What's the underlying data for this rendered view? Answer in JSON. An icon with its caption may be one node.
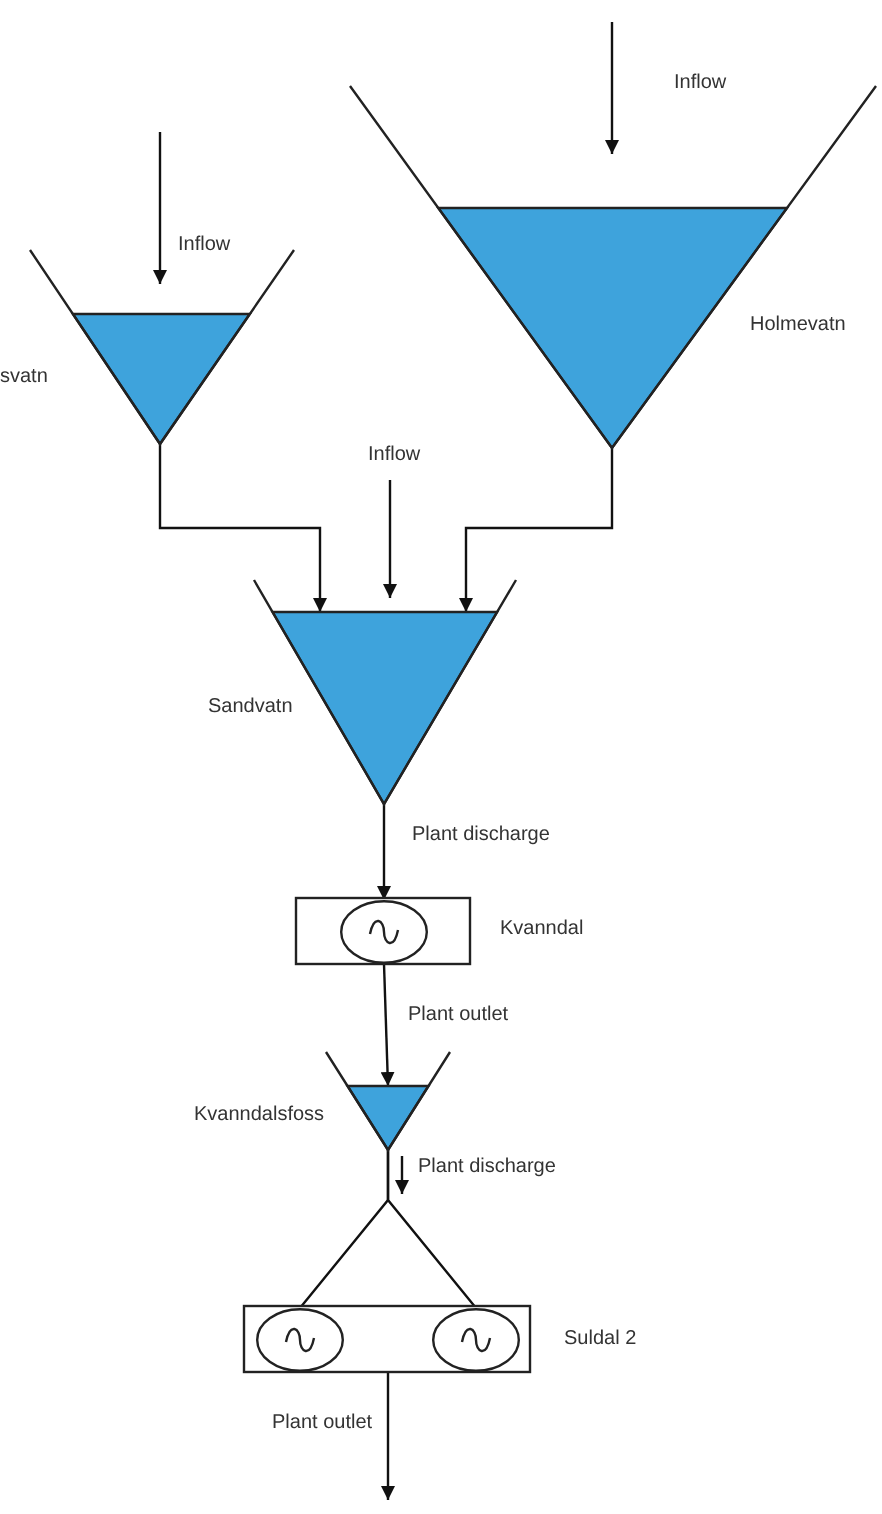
{
  "diagram": {
    "nodes": [
      {
        "text": [
          "svatn"
        ]
      },
      {
        "text": [
          "Holmevatn"
        ]
      },
      {
        "text": [
          "Sandvatn"
        ]
      },
      {
        "text": [
          "Kvanndal"
        ]
      },
      {
        "text": [],
        "shape": "circle",
        "in": 3
      },
      {
        "text": [
          "Kvanndalsfoss"
        ]
      },
      {
        "text": [
          "Suldal 2"
        ]
      },
      {
        "text": [],
        "shape": "circle",
        "in": 6
      },
      {
        "text": [],
        "shape": "circle",
        "in": 6
      }
    ],
    "edges": [
      {
        "from": null,
        "to": 0,
        "arrow": "to",
        "label": "Inflow"
      },
      {
        "from": null,
        "to": 1,
        "arrow": "to",
        "label": "Inflow"
      },
      {
        "from": null,
        "to": 2,
        "arrow": "to",
        "label": "Inflow"
      },
      {
        "from": 0,
        "to": 2,
        "arrow": "to"
      },
      {
        "from": 1,
        "to": 2,
        "arrow": "to"
      },
      {
        "from": 2,
        "to": 4,
        "arrow": "to",
        "label": "Plant discharge"
      },
      {
        "from": 4,
        "to": 5,
        "arrow": "to",
        "label": "Plant outlet"
      },
      {
        "from": 5,
        "to": 7,
        "arrow": "none"
      },
      {
        "from": 5,
        "to": 8,
        "arrow": "none"
      },
      {
        "from": 6,
        "to": null,
        "arrow": "to",
        "label": "Plant outlet"
      }
    ],
    "labels": [
      "Plant discharge"
    ]
  }
}
